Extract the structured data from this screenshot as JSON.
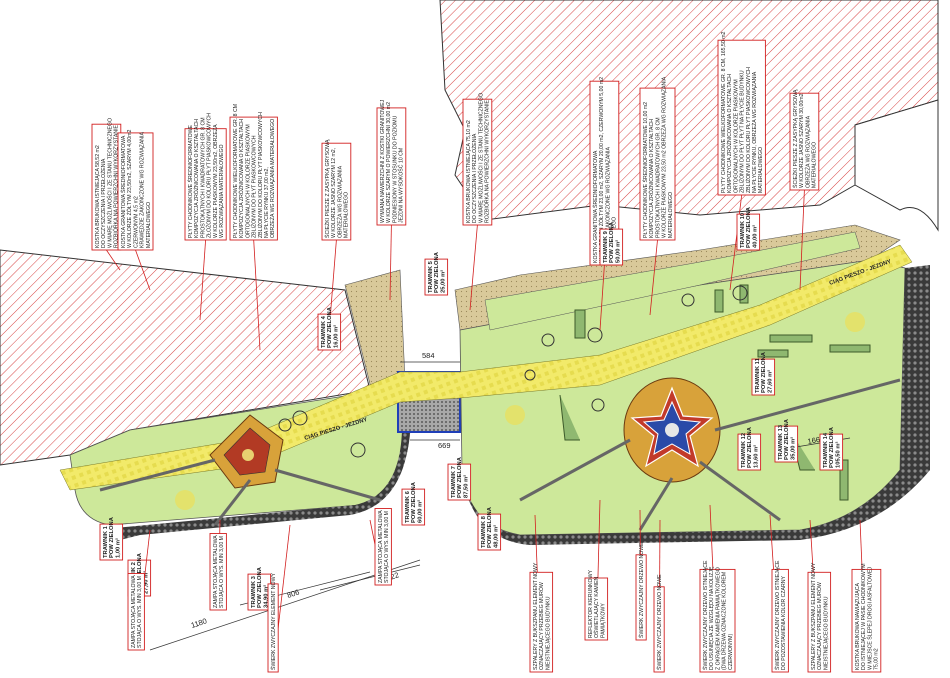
{
  "labels_top": [
    {
      "id": "t1",
      "lines": [
        "KOSTKA BRUKOWA ISTNIEJĄCA 58,52 m2",
        "DO OCZYSZCZENIA I PRZEŁOŻENIA",
        "W MIARĘ MOŻLIWOŚCI I ZE STANU TECHNICZNEGO",
        "ROZBIÓRKA NA POWIERZCHNI WYKORZYSTANIE"
      ]
    },
    {
      "id": "t2",
      "lines": [
        "KOSTKA GRANITOWA ŚREDNIOFORMATOWA",
        "W KOLORZE ŻÓŁTYM 23,50m2, SZARYM 4,00m2",
        "CZERWONYM 4,5 m2",
        "KRAWĘDZIE ZAKOŃCZONE WG ROZWIĄZANIA",
        "MATERIAŁOWEGO"
      ]
    },
    {
      "id": "t3",
      "lines": [
        "PŁYTY CHODNIKOWE ŚREDNIOFORMATOWE",
        "KOMPOZYCJA ZRÓŻNICOWANA O KSZTAŁTACH",
        "PROSTOKĄTNYCH I KWADRATOWYCH GR. 8 CM",
        "ZŁOŻONYM DO KOLORU PŁYT PIASKOWCOWYCH",
        "W KOLORZE PIASKOWYM 23,50m2, OBRZEŻA",
        "WG ROZWIĄZANIA MATERIAŁOWEGO"
      ]
    },
    {
      "id": "t4",
      "lines": [
        "PŁYTY CHODNIKOWE WIELKOFORMATOWE GR. 8 CM",
        "KOMPOZYCJA ZRÓŻNICOWANA O KSZTAŁTACH",
        "ORTOGONALNYCH W KOLORZE PIASKOWYM",
        "ZBLIŻONYM DO PŁYT PIASKOWCOWYCH",
        "ZBLIŻONYM DO KOLORU PŁYT PIASKOWCOWYCH",
        "NA PŁYCIE RYNKU 37,00 m2,",
        "OBRZEŻA WG ROZWIĄZANIA MATERIAŁOWEGO"
      ]
    },
    {
      "id": "t5",
      "lines": [
        "ŚCIEŻKI PIESZE Z ZASYPKĄ GRYSOWĄ",
        "W KOLORZE JASNO SZARYM 12 m2,",
        "OBRZEŻA WG ROZWIĄZANIA",
        "MATERIAŁOWEGO"
      ]
    },
    {
      "id": "t6",
      "lines": [
        "WYMIANA NAWIERZCHNI Z KOSTKI GRANITOWEJ",
        "W KOLORZE SZARYM O POWIERZCHNI 30,00 m2",
        "PODNIESIONY W STOSUNKU DO POZIOMU",
        "JEZDNI NA WYSOKOŚĆ 10 CM"
      ]
    },
    {
      "id": "t7",
      "lines": [
        "KOSTKA BRUKOWA ISTNIEJĄCA 75,10 m2",
        "DO OCZYSZCZENIA I PRZEŁOŻENIA",
        "W MIARĘ MOŻLIWOŚCI I ZE STANU TECHNICZNEGO",
        "ROZBIÓRKA NA POWIERZCHNI WYKORZYSTANIE"
      ]
    },
    {
      "id": "t8",
      "lines": [
        "KOSTKA GRANITOWA ŚREDNIOFORMATOWA",
        "W KOLORACH ŻÓŁTYM 23,00 m2, SZARYM 20,00 m2, CZERWONYM 5,00 m2",
        "KRAWĘDZIE ZAKOŃCZONE WG ROZWIĄZANIA",
        "MATERIAŁOWEGO"
      ]
    },
    {
      "id": "t9",
      "lines": [
        "PŁYTY CHODNIKOWE ŚREDNIOFORMATOWE 10,00 m2",
        "KOMPOZYCJA ZRÓŻNICOWANA O KSZTAŁTACH",
        "PROSTOKĄTNYCH I KWADRATOWYCH GR. 8 CM",
        "W KOLORZE PIASKOWYM 23,50 m2 OBRZEŻA WG ROZWIĄZANIA",
        "MATERIAŁOWEGO"
      ]
    },
    {
      "id": "t10",
      "lines": [
        "PŁYTY CHODNIKOWE WIELKOFORMATOWE GR. 8 CM, 165,50 m2",
        "KOMPOZYCJA ZRÓŻNICOWANA O KSZTAŁTACH",
        "ORTOGONALNYCH W KOLORZE PIASKOWYM",
        "ZBLIŻONYM DO PŁYT PŁYT NA PŁYCIE BUDYNKU",
        "ZBLIŻONYM DO KOLORU PŁYT PIASKOWCOWYCH",
        "NA PŁYCIE RYNKU, OBRZEŻA WG ROZWIĄZANIA",
        "MATERIAŁOWEGO"
      ]
    },
    {
      "id": "t11",
      "lines": [
        "ŚCIEŻKI PIESZE Z ZASYPKĄ GRYSOWĄ",
        "W KOLORZE JASNO SZARYM 30,00m2",
        "OBRZEŻA WG ROZWIĄZANIA",
        "MATERIAŁOWEGO"
      ]
    }
  ],
  "lawns": [
    {
      "id": "w1",
      "lines": [
        "TRAWNIK 1",
        "POW ZIELONA",
        "1,00 m²"
      ]
    },
    {
      "id": "w2",
      "lines": [
        "TRAWNIK 2",
        "POW ZIELONA",
        "27,90 m²"
      ]
    },
    {
      "id": "w3",
      "lines": [
        "TRAWNIK 3",
        "POW ZIELONA",
        "34,90 m²"
      ]
    },
    {
      "id": "w4",
      "lines": [
        "TRAWNIK 4",
        "POW ZIELONA",
        "16,00 m²"
      ]
    },
    {
      "id": "w5",
      "lines": [
        "TRAWNIK 5",
        "POW ZIELONA",
        "25,00 m²"
      ]
    },
    {
      "id": "w6",
      "lines": [
        "TRAWNIK 6",
        "POW ZIELONA",
        "60,00 m²"
      ]
    },
    {
      "id": "w7",
      "lines": [
        "TRAWNIK 7",
        "POW ZIELONA",
        "87,50 m²"
      ]
    },
    {
      "id": "w8",
      "lines": [
        "TRAWNIK 8",
        "POW ZIELONA",
        "48,00 m²"
      ]
    },
    {
      "id": "w9",
      "lines": [
        "TRAWNIK 9",
        "POW ZIELONA",
        "50,00 m²"
      ]
    },
    {
      "id": "w10",
      "lines": [
        "TRAWNIK 10",
        "POW ZIELONA",
        "40,00 m²"
      ]
    },
    {
      "id": "w11",
      "lines": [
        "TRAWNIK 11",
        "POW ZIELONA",
        "27,60 m²"
      ]
    },
    {
      "id": "w12",
      "lines": [
        "TRAWNIK 12",
        "POW ZIELONA",
        "13,60 m²"
      ]
    },
    {
      "id": "w13",
      "lines": [
        "TRAWNIK 13",
        "POW ZIELONA",
        "35,00 m²"
      ]
    },
    {
      "id": "w14",
      "lines": [
        "TRAWNIK 14",
        "POW ZIELONA",
        "105,50 m²"
      ]
    }
  ],
  "labels_bottom": [
    {
      "id": "b1",
      "lines": [
        "ZAMPA STOJĄCA METALOWA",
        "STOJĄCA O WYS. MIN 3,00 M"
      ]
    },
    {
      "id": "b2",
      "lines": [
        "ZAMPA STOJĄCA METALOWA",
        "STOJĄCA O WYS. MIN 3,00 M"
      ]
    },
    {
      "id": "b3",
      "lines": [
        "ŚWIERK ZWYCZAJNY ELEMENT NOWY"
      ]
    },
    {
      "id": "b4",
      "lines": [
        "ZAMPA STOJĄCA METALOWA",
        "STOJĄCA O WYS. MIN 3,00 M"
      ]
    },
    {
      "id": "b5",
      "lines": [
        "SZPALERY Z BUKSZPANU ELEMENT NOWY",
        "OZNACZAJĄCY PRZEBIEG MURÓW",
        "NIEISTNIEJĄCEGO BUDYNKU"
      ]
    },
    {
      "id": "b6",
      "lines": [
        "REFLEKTOR KIERUNKOWY",
        "OŚWIETLAJĄCY KAMIEŃ",
        "PAMIĄTKOWY"
      ]
    },
    {
      "id": "b7",
      "lines": [
        "ŚWIERK ZWYCZAJNY DRZEWO NOWE"
      ]
    },
    {
      "id": "b8",
      "lines": [
        "ŚWIERK ZWYCZAJNY DRZEWO NOWE"
      ]
    },
    {
      "id": "b9",
      "lines": [
        "ŚWIERK ZWYCZAJNY DRZEWO ISTNIEJĄCE",
        "DO USUNIĘCIA ZE WZGLĘDU NA KOLIZJĘ",
        "Z OKRĄGIEM KAMIENIA PAMIĄTKOWEGO",
        "(DWA DRZEWA OZNACZONE KOLOREM",
        "CZERWONYM)"
      ]
    },
    {
      "id": "b10",
      "lines": [
        "ŚWIERK ZWYCZAJNY DRZEWO ISTNIEJĄCE",
        "DO POZOSTAWIENIA KOLOR CZARNY"
      ]
    },
    {
      "id": "b11",
      "lines": [
        "SZPALERY Z BUKSZPANU ELEMENT NOWY",
        "OZNACZAJĄCY PRZEBIEG MURÓW",
        "NIEISTNIEJĄCEGO BUDYNKU"
      ]
    },
    {
      "id": "b12",
      "lines": [
        "KOSTKA BRUKOWA NAWIĄZUJĄCA",
        "DO ISTNIEJĄCEJ W PASIE CHODNIKOWYM",
        "W MIEJSCE ŚLEPEJ DROGI ASFALTOWEJ",
        "75,00 m2"
      ]
    }
  ],
  "dimensions": [
    "584",
    "669",
    "1180",
    "806",
    "1122",
    "1667"
  ],
  "path_labels": [
    "CIĄG PIESZO - JEZDNY",
    "CIĄG PIESZO - JEZDNY"
  ],
  "colors": {
    "hatch": "#d84545",
    "lawn": "#cde89a",
    "path": "#f2ea6a",
    "sand": "#d9c99a",
    "cobble": "#3c3c3c",
    "road": "#1f3fb8",
    "leader": "#d21f1f"
  }
}
